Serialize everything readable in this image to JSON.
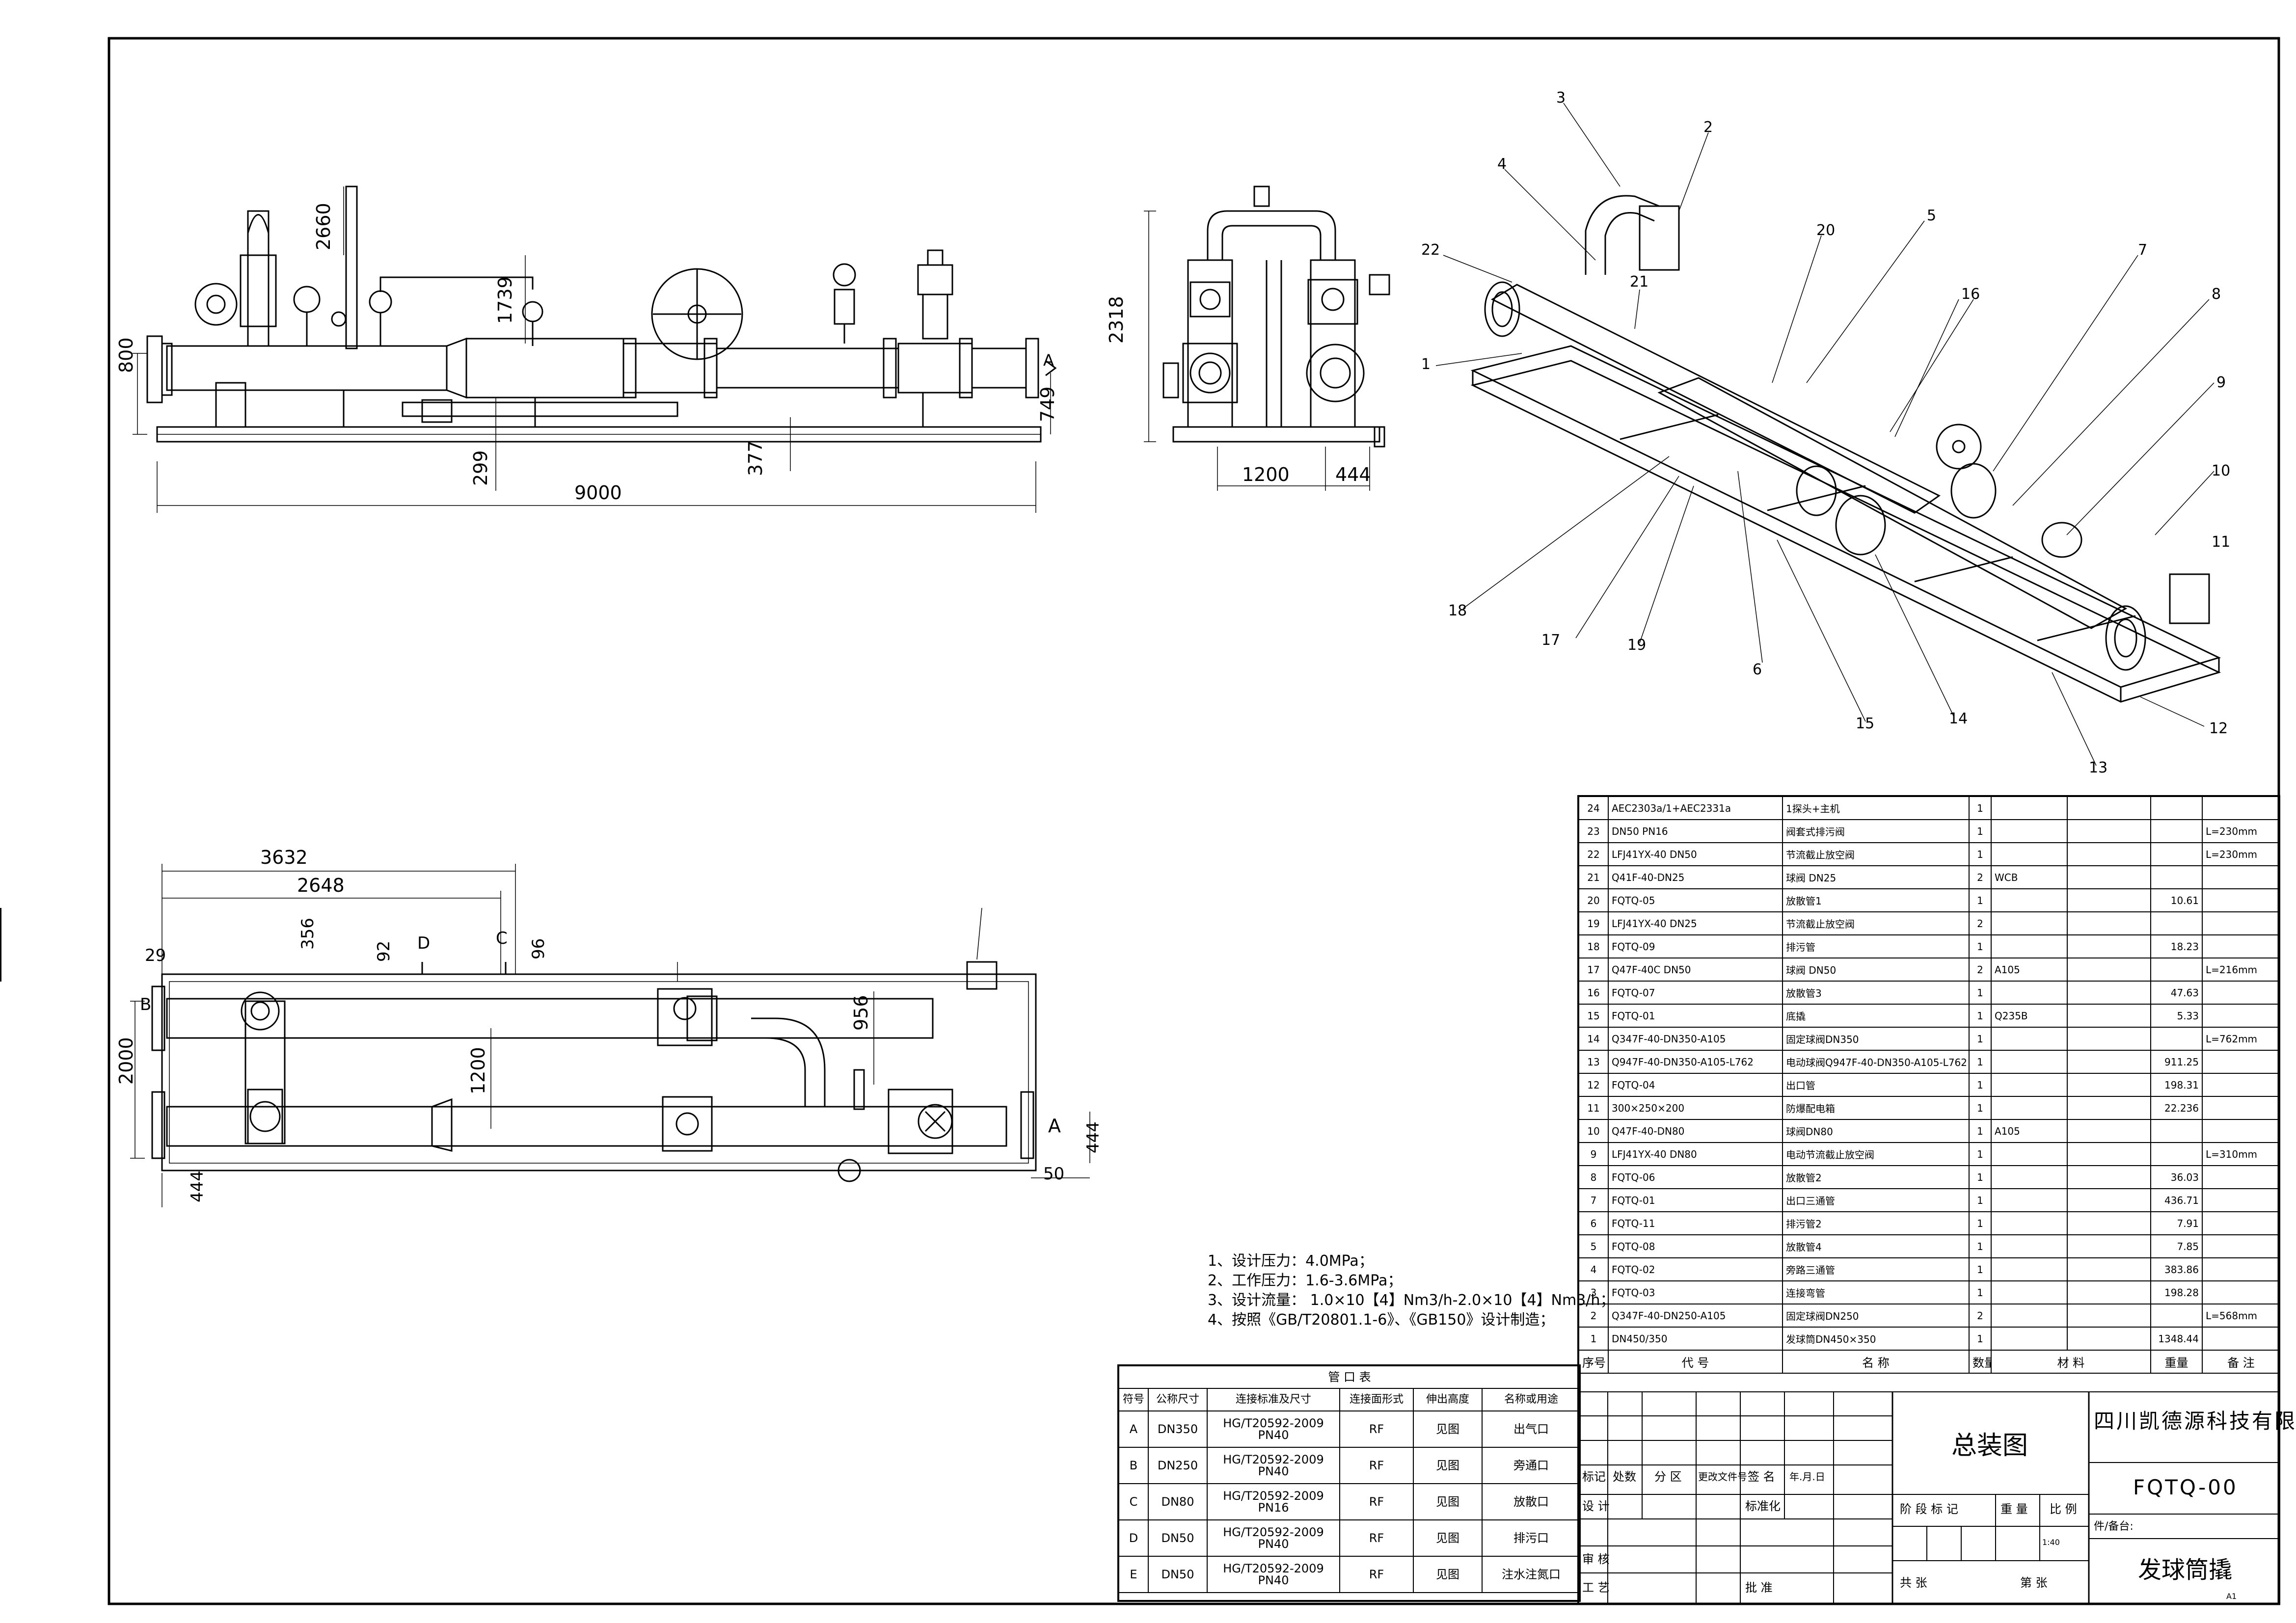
{
  "front_view": {
    "dims": {
      "overall_length": "9000",
      "base_height": "800",
      "stack_height": "2660",
      "valve_height": "1739",
      "d299": "299",
      "d377": "377",
      "d749": "749",
      "port_a": "A"
    }
  },
  "side_view": {
    "dims": {
      "height": "2318",
      "width": "1200",
      "d444": "444"
    }
  },
  "plan_view": {
    "dims": {
      "d3632": "3632",
      "d2648": "2648",
      "d356": "356",
      "d92": "92",
      "port_d": "D",
      "port_c": "C",
      "d96": "96",
      "d29": "29",
      "port_b": "B",
      "width_2000": "2000",
      "d1200": "1200",
      "d956": "956",
      "port_a": "A",
      "d444_right": "444",
      "d50": "50",
      "d444_left": "444"
    }
  },
  "iso_view": {
    "callouts": [
      "1",
      "2",
      "3",
      "4",
      "5",
      "6",
      "7",
      "8",
      "9",
      "10",
      "11",
      "12",
      "13",
      "14",
      "15",
      "16",
      "17",
      "18",
      "19",
      "20",
      "21",
      "22"
    ]
  },
  "notes": [
    "1、设计压力：4.0MPa；",
    "2、工作压力：1.6-3.6MPa；",
    "3、设计流量： 1.0×10【4】Nm3/h-2.0×10【4】Nm3/h；",
    "4、按照《GB/T20801.1-6》、《GB150》设计制造；"
  ],
  "port_table": {
    "caption": "管 口 表",
    "headers": [
      "符号",
      "公称尺寸",
      "连接标准及尺寸",
      "连接面形式",
      "伸出高度",
      "名称或用途"
    ],
    "rows": [
      [
        "A",
        "DN350",
        "HG/T20592-2009 PN40",
        "RF",
        "见图",
        "出气口"
      ],
      [
        "B",
        "DN250",
        "HG/T20592-2009 PN40",
        "RF",
        "见图",
        "旁通口"
      ],
      [
        "C",
        "DN80",
        "HG/T20592-2009 PN16",
        "RF",
        "见图",
        "放散口"
      ],
      [
        "D",
        "DN50",
        "HG/T20592-2009 PN40",
        "RF",
        "见图",
        "排污口"
      ],
      [
        "E",
        "DN50",
        "HG/T20592-2009 PN40",
        "RF",
        "见图",
        "注水注氮口"
      ]
    ]
  },
  "bom": {
    "headers": [
      "序号",
      "代 号",
      "名 称",
      "数量",
      "材 料",
      "",
      "重量",
      "备 注"
    ],
    "rows": [
      [
        "24",
        "AEC2303a/1+AEC2331a",
        "1探头+主机",
        "1",
        "",
        "",
        "",
        ""
      ],
      [
        "23",
        "DN50 PN16",
        "阀套式排污阀",
        "1",
        "",
        "",
        "",
        "L=230mm"
      ],
      [
        "22",
        "LFJ41YX-40 DN50",
        "节流截止放空阀",
        "1",
        "",
        "",
        "",
        "L=230mm"
      ],
      [
        "21",
        "Q41F-40-DN25",
        "球阀 DN25",
        "2",
        "WCB",
        "",
        "",
        ""
      ],
      [
        "20",
        "FQTQ-05",
        "放散管1",
        "1",
        "",
        "",
        "10.61",
        ""
      ],
      [
        "19",
        "LFJ41YX-40 DN25",
        "节流截止放空阀",
        "2",
        "",
        "",
        "",
        ""
      ],
      [
        "18",
        "FQTQ-09",
        "排污管",
        "1",
        "",
        "",
        "18.23",
        ""
      ],
      [
        "17",
        "Q47F-40C DN50",
        "球阀 DN50",
        "2",
        "A105",
        "",
        "",
        "L=216mm"
      ],
      [
        "16",
        "FQTQ-07",
        "放散管3",
        "1",
        "",
        "",
        "47.63",
        ""
      ],
      [
        "15",
        "FQTQ-01",
        "底撬",
        "1",
        "Q235B",
        "",
        "5.33",
        ""
      ],
      [
        "14",
        "Q347F-40-DN350-A105",
        "固定球阀DN350",
        "1",
        "",
        "",
        "",
        "L=762mm"
      ],
      [
        "13",
        "Q947F-40-DN350-A105-L762",
        "电动球阀Q947F-40-DN350-A105-L762",
        "1",
        "",
        "",
        "911.25",
        ""
      ],
      [
        "12",
        "FQTQ-04",
        "出口管",
        "1",
        "",
        "",
        "198.31",
        ""
      ],
      [
        "11",
        "300×250×200",
        "防爆配电箱",
        "1",
        "",
        "",
        "22.236",
        ""
      ],
      [
        "10",
        "Q47F-40-DN80",
        "球阀DN80",
        "1",
        "A105",
        "",
        "",
        ""
      ],
      [
        "9",
        "LFJ41YX-40 DN80",
        "电动节流截止放空阀",
        "1",
        "",
        "",
        "",
        "L=310mm"
      ],
      [
        "8",
        "FQTQ-06",
        "放散管2",
        "1",
        "",
        "",
        "36.03",
        ""
      ],
      [
        "7",
        "FQTQ-01",
        "出口三通管",
        "1",
        "",
        "",
        "436.71",
        ""
      ],
      [
        "6",
        "FQTQ-11",
        "排污管2",
        "1",
        "",
        "",
        "7.91",
        ""
      ],
      [
        "5",
        "FQTQ-08",
        "放散管4",
        "1",
        "",
        "",
        "7.85",
        ""
      ],
      [
        "4",
        "FQTQ-02",
        "旁路三通管",
        "1",
        "",
        "",
        "383.86",
        ""
      ],
      [
        "3",
        "FQTQ-03",
        "连接弯管",
        "1",
        "",
        "",
        "198.28",
        ""
      ],
      [
        "2",
        "Q347F-40-DN250-A105",
        "固定球阀DN250",
        "2",
        "",
        "",
        "",
        "L=568mm"
      ],
      [
        "1",
        "DN450/350",
        "发球筒DN450×350",
        "1",
        "",
        "",
        "1348.44",
        ""
      ]
    ]
  },
  "title_block": {
    "company": "四川凯德源科技有限公司",
    "drawing_title": "总装图",
    "drawing_no": "FQTQ-00",
    "part_name": "发球筒撬",
    "part_label": "件/备台:",
    "row_labels": [
      "标记",
      "处数",
      "分 区",
      "更改文件号",
      "签 名",
      "年.月.日"
    ],
    "design": "设 计",
    "standardize": "标准化",
    "stage": "阶 段 标 记",
    "weight": "重 量",
    "scale": "比 例",
    "review": "审 核",
    "process": "工 艺",
    "approve": "批 准",
    "total": "共 张",
    "sheet": "第 张",
    "scale_val": "1:40",
    "format": "A1"
  },
  "colors": {
    "line": "#000000",
    "paper": "#ffffff"
  }
}
